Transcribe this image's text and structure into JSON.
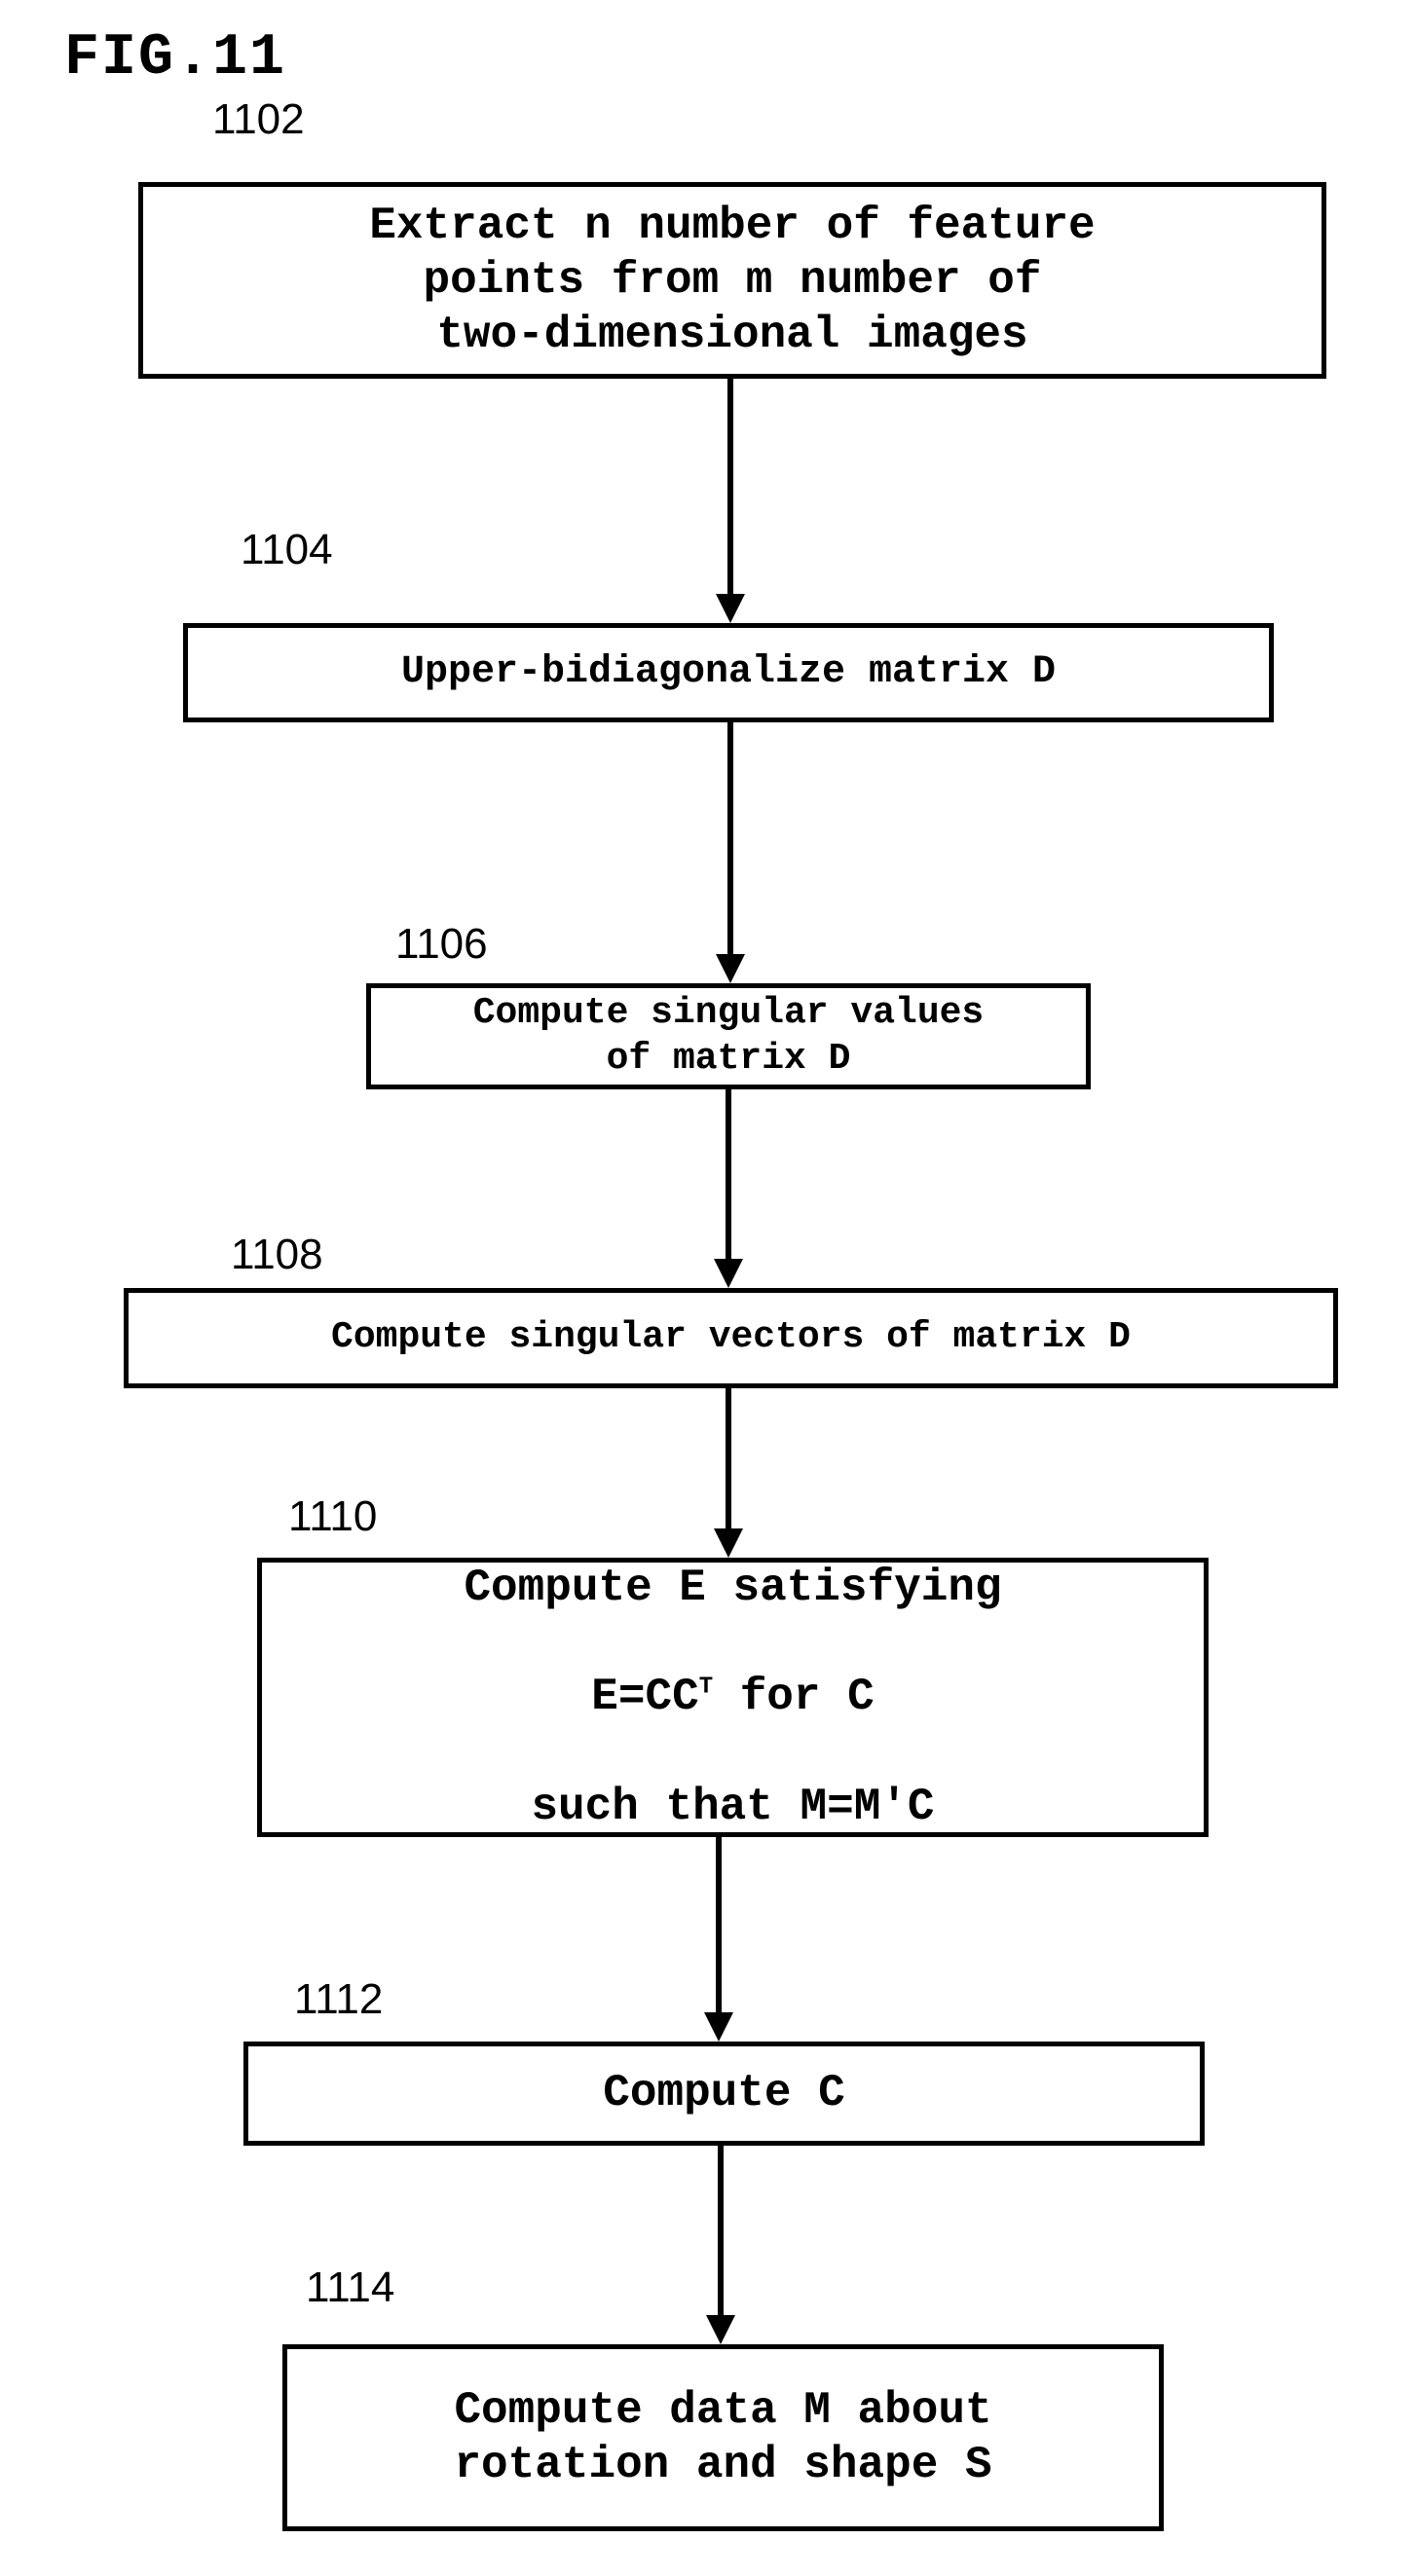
{
  "figure": {
    "title": "FIG.11"
  },
  "steps": [
    {
      "ref": "1102",
      "text": "Extract n number of feature\npoints from m number of\ntwo-dimensional images"
    },
    {
      "ref": "1104",
      "text": "Upper-bidiagonalize matrix D"
    },
    {
      "ref": "1106",
      "text": "Compute singular values\nof matrix D"
    },
    {
      "ref": "1108",
      "text": "Compute singular vectors of matrix D"
    },
    {
      "ref": "1110",
      "text_line1": "Compute E satisfying",
      "text_line2a": "E=CC",
      "text_line2_sup": "T",
      "text_line2b": " for C",
      "text_line3": "such that M=M'C"
    },
    {
      "ref": "1112",
      "text": "Compute C"
    },
    {
      "ref": "1114",
      "text": "Compute data M about\nrotation and shape S"
    }
  ],
  "edges": [
    {
      "from": "1102",
      "to": "1104"
    },
    {
      "from": "1104",
      "to": "1106"
    },
    {
      "from": "1106",
      "to": "1108"
    },
    {
      "from": "1108",
      "to": "1110"
    },
    {
      "from": "1110",
      "to": "1112"
    },
    {
      "from": "1112",
      "to": "1114"
    }
  ]
}
